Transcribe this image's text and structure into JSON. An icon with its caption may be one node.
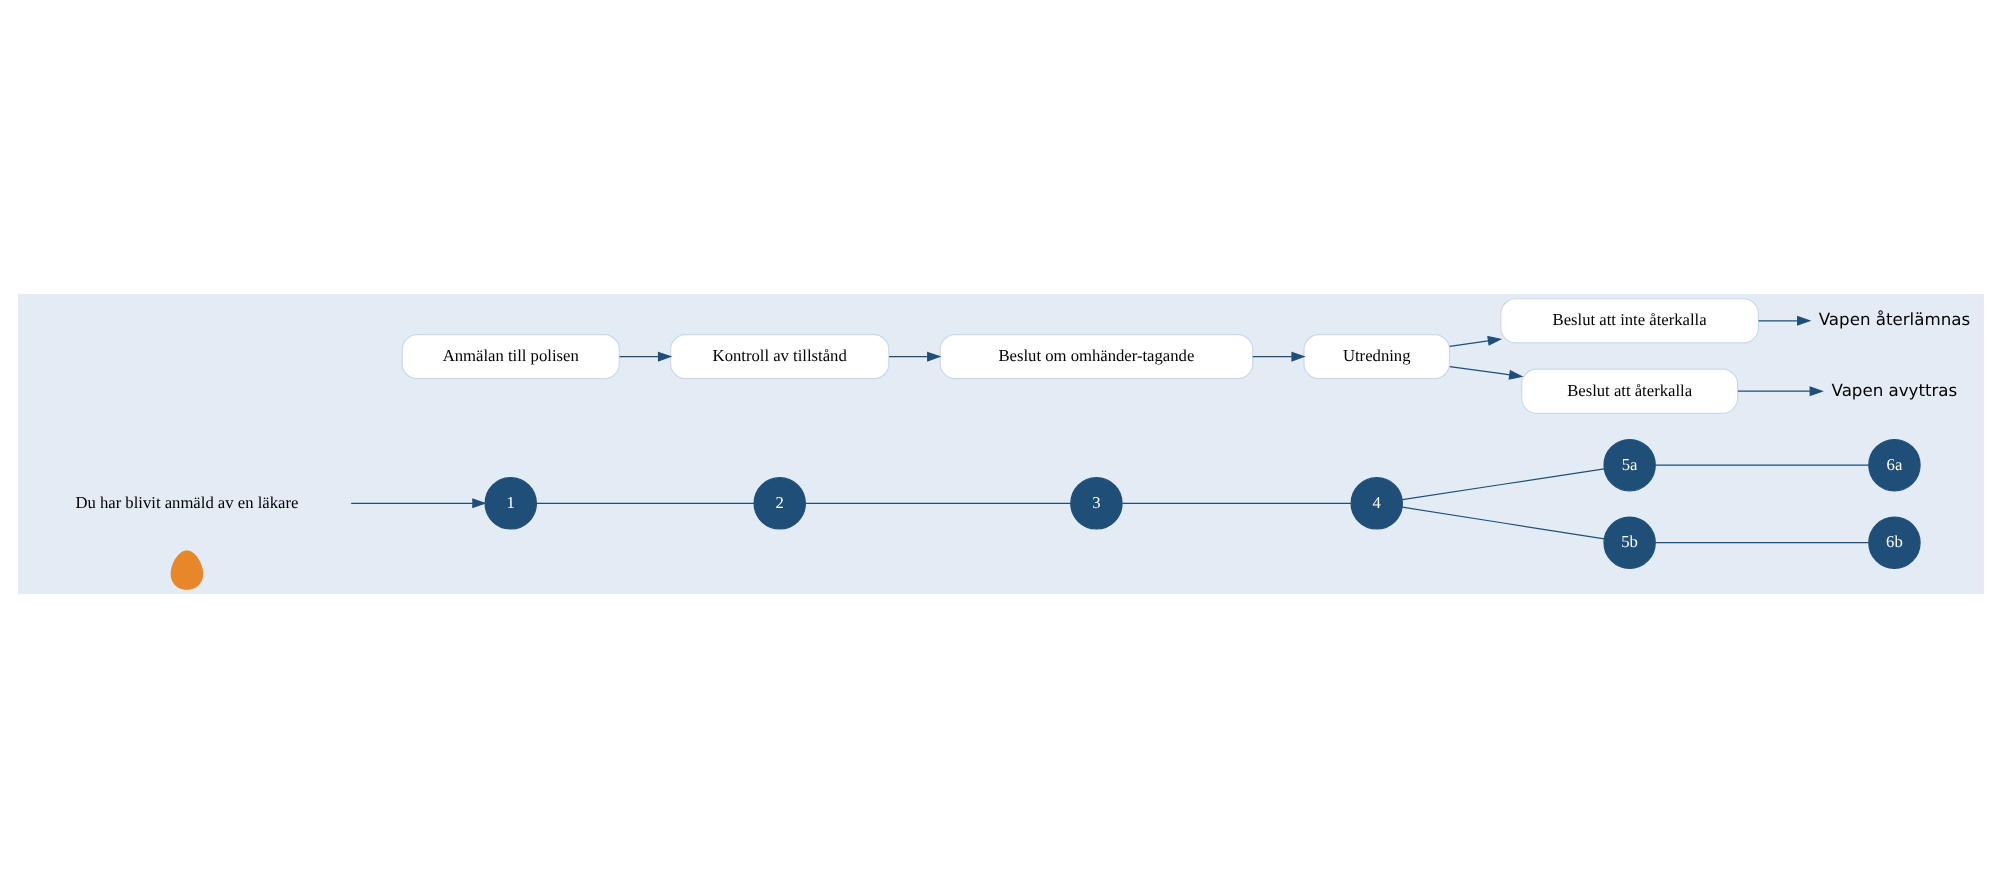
{
  "diagram": {
    "nodes": [
      {
        "text": [],
        "shape": "person"
      },
      {
        "text": [
          "Du har blivit anmäld av en läkare"
        ]
      },
      {
        "text": [
          "1"
        ]
      },
      {
        "text": [
          "Anmälan till polisen"
        ]
      },
      {
        "text": [
          "2"
        ]
      },
      {
        "text": [
          "Kontroll av tillstånd"
        ]
      },
      {
        "text": [
          "3"
        ]
      },
      {
        "text": [
          "Beslut om omhänder-tagande"
        ]
      },
      {
        "text": [
          "4"
        ]
      },
      {
        "text": [
          "Utredning"
        ]
      },
      {
        "text": [
          "5a"
        ]
      },
      {
        "text": [
          "6a"
        ]
      },
      {
        "text": [
          "Beslut att inte återkalla"
        ]
      },
      {
        "text": [
          "Vapen återlämnas"
        ]
      },
      {
        "text": [
          "5b"
        ]
      },
      {
        "text": [
          "6b"
        ]
      },
      {
        "text": [
          "Beslut att återkalla"
        ]
      },
      {
        "text": [
          "Vapen avyttras"
        ]
      }
    ],
    "edges": [
      {
        "from": 1,
        "to": 2,
        "arrow": "to"
      },
      {
        "from": 2,
        "to": 4,
        "arrow": "none"
      },
      {
        "from": 4,
        "to": 6,
        "arrow": "none"
      },
      {
        "from": 6,
        "to": 8,
        "arrow": "none"
      },
      {
        "from": 8,
        "to": 10,
        "arrow": "none"
      },
      {
        "from": 8,
        "to": 14,
        "arrow": "none"
      },
      {
        "from": 10,
        "to": 11,
        "arrow": "none"
      },
      {
        "from": 14,
        "to": 15,
        "arrow": "none"
      },
      {
        "from": 3,
        "to": 5,
        "arrow": "to"
      },
      {
        "from": 5,
        "to": 7,
        "arrow": "to"
      },
      {
        "from": 7,
        "to": 9,
        "arrow": "to"
      },
      {
        "from": 9,
        "to": 12,
        "arrow": "to"
      },
      {
        "from": 9,
        "to": 16,
        "arrow": "to"
      },
      {
        "from": 12,
        "to": 13,
        "arrow": "to"
      },
      {
        "from": 16,
        "to": 17,
        "arrow": "to"
      }
    ]
  }
}
